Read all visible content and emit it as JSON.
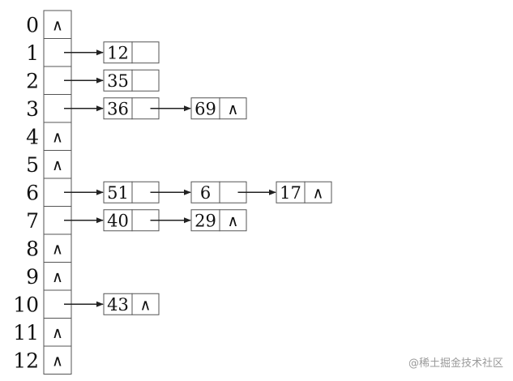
{
  "null_symbol": "∧",
  "watermark": "@稀土掘金技术社区",
  "table": [
    {
      "index": "0",
      "chain": []
    },
    {
      "index": "1",
      "chain": [
        "12"
      ]
    },
    {
      "index": "2",
      "chain": [
        "35"
      ]
    },
    {
      "index": "3",
      "chain": [
        "36",
        "69"
      ]
    },
    {
      "index": "4",
      "chain": []
    },
    {
      "index": "5",
      "chain": []
    },
    {
      "index": "6",
      "chain": [
        "51",
        "6",
        "17"
      ]
    },
    {
      "index": "7",
      "chain": [
        "40",
        "29"
      ]
    },
    {
      "index": "8",
      "chain": []
    },
    {
      "index": "9",
      "chain": []
    },
    {
      "index": "10",
      "chain": [
        "43"
      ]
    },
    {
      "index": "11",
      "chain": []
    },
    {
      "index": "12",
      "chain": []
    }
  ],
  "chain_terminators": {
    "1": "",
    "2": "",
    "3": "∧",
    "6": "∧",
    "7": "∧",
    "10": "∧"
  }
}
